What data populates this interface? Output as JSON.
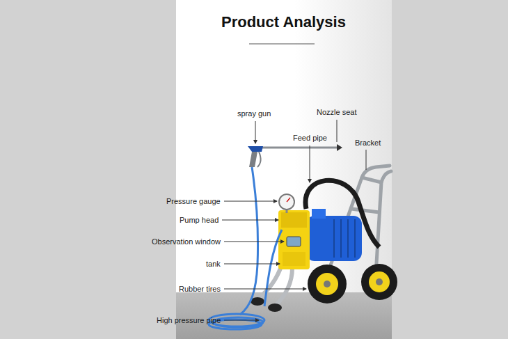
{
  "diagram": {
    "title": "Product Analysis",
    "labels": [
      "spray gun",
      "Nozzle seat",
      "Feed pipe",
      "Bracket",
      "Pressure gauge",
      "Pump head",
      "Observation window",
      "tank",
      "Rubber tires",
      "High pressure pipe"
    ]
  }
}
